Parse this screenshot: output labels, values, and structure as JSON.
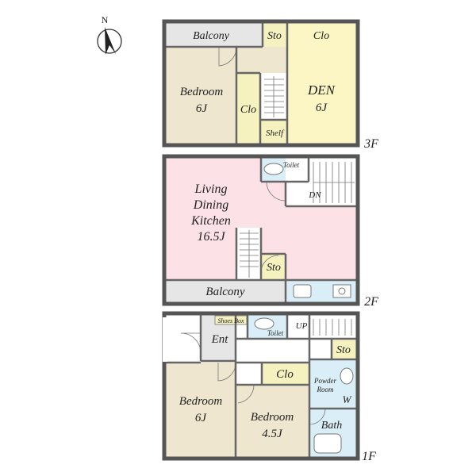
{
  "compass": {
    "north_label": "N"
  },
  "colors": {
    "wall": "#555555",
    "balcony": "#e6e6e6",
    "bedroom": "#efe6cf",
    "den": "#fbf6c4",
    "storage": "#f6f2c0",
    "ldk": "#fce1e6",
    "wet": "#d9eef6",
    "hall": "#ffffff"
  },
  "floors": {
    "third": {
      "floor_label": "3F",
      "balcony": "Balcony",
      "storage": "Sto",
      "closet_top": "Clo",
      "bedroom_name": "Bedroom",
      "bedroom_size": "6J",
      "closet_mid": "Clo",
      "den_name": "DEN",
      "den_size": "6J",
      "shelf": "Shelf"
    },
    "second": {
      "floor_label": "2F",
      "toilet": "Toilet",
      "down": "DN",
      "ldk_line1": "Living",
      "ldk_line2": "Dining",
      "ldk_line3": "Kitchen",
      "ldk_size": "16.5J",
      "storage": "Sto",
      "balcony": "Balcony"
    },
    "first": {
      "floor_label": "1F",
      "shoes_box": "Shoes Box",
      "toilet": "Toilet",
      "up": "UP",
      "entrance": "Ent",
      "storage": "Sto",
      "closet": "Clo",
      "powder_line1": "Powder",
      "powder_line2": "Room",
      "washer": "W",
      "bedroom_left_name": "Bedroom",
      "bedroom_left_size": "6J",
      "bedroom_mid_name": "Bedroom",
      "bedroom_mid_size": "4.5J",
      "bath": "Bath"
    }
  }
}
